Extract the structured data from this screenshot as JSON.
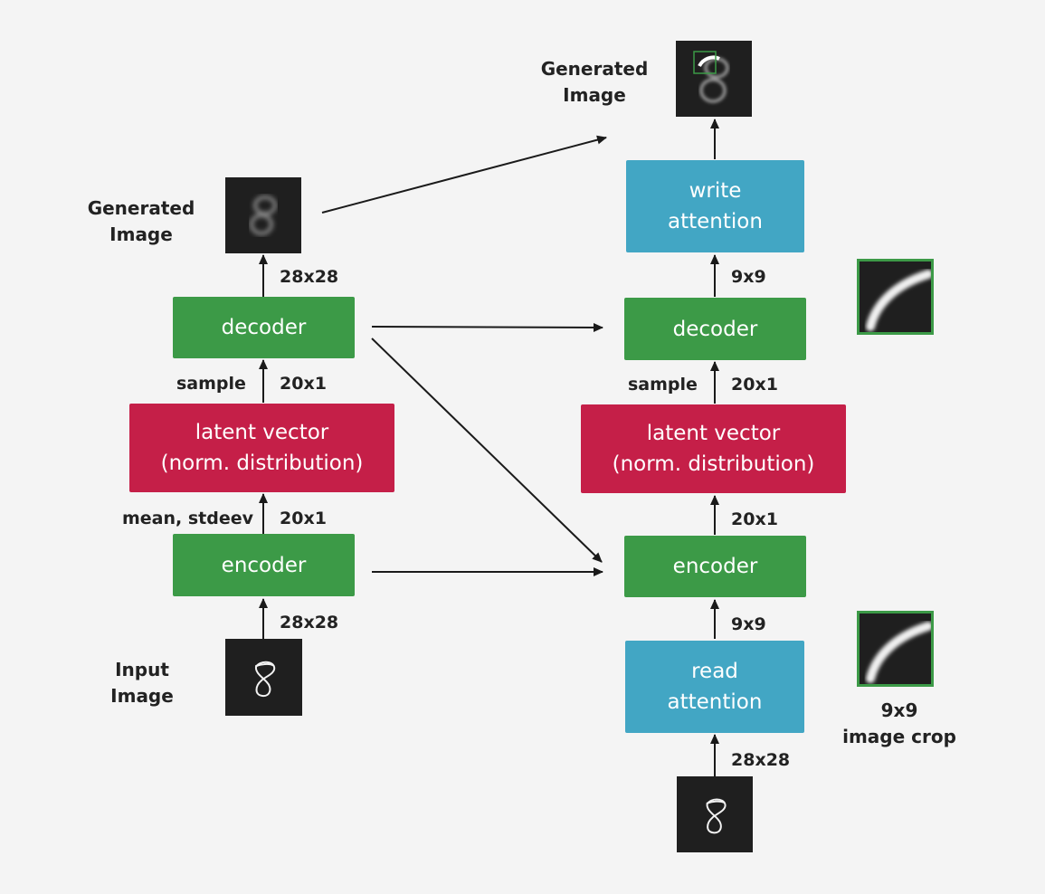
{
  "left": {
    "generated_image_label": "Generated\nImage",
    "decoder_label": "decoder",
    "latent_label": "latent vector\n(norm. distribution)",
    "encoder_label": "encoder",
    "input_image_label": "Input\nImage",
    "dim_decoder_out": "28x28",
    "dim_latent_to_decoder": "20x1",
    "sample_label": "sample",
    "dim_encoder_to_latent": "20x1",
    "mean_label": "mean, stdeev",
    "dim_input": "28x28"
  },
  "right": {
    "generated_image_label": "Generated\nImage",
    "write_attention_label": "write\nattention",
    "decoder_label": "decoder",
    "latent_label": "latent vector\n(norm. distribution)",
    "encoder_label": "encoder",
    "read_attention_label": "read\nattention",
    "dim_decoder_to_write": "9x9",
    "dim_latent_to_decoder": "20x1",
    "sample_label": "sample",
    "dim_encoder_to_latent": "20x1",
    "dim_read_to_encoder": "9x9",
    "dim_input": "28x28",
    "crop_label": "9x9\nimage crop"
  },
  "colors": {
    "encoder_decoder": "#3c9a47",
    "latent": "#c51f48",
    "attention": "#42a6c4"
  }
}
